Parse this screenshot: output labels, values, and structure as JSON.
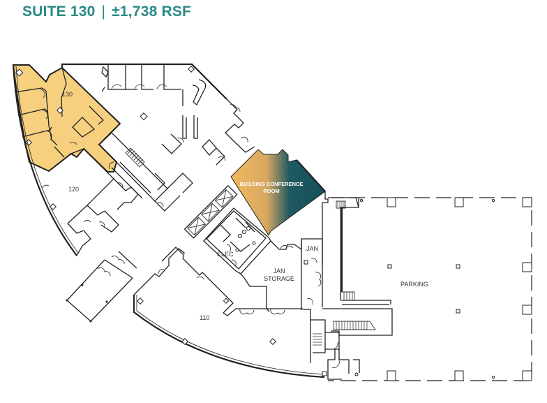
{
  "header": {
    "suite": "SUITE 130",
    "separator": "|",
    "area": "±1,738 RSF"
  },
  "colors": {
    "title": "#2a8a86",
    "suite_highlight": "#f6cf7f",
    "conference_gradient_start": "#f2b860",
    "conference_gradient_end": "#154f5c",
    "walls": "#222222"
  },
  "rooms": [
    {
      "id": "130",
      "label": "130",
      "highlighted": true
    },
    {
      "id": "120",
      "label": "120"
    },
    {
      "id": "110",
      "label": "110"
    },
    {
      "id": "conference",
      "label_line1": "BUILDING CONFERENCE",
      "label_line2": "ROOM"
    },
    {
      "id": "elec",
      "label": "ELEC"
    },
    {
      "id": "jan",
      "label": "JAN"
    },
    {
      "id": "jan-storage",
      "label_line1": "JAN",
      "label_line2": "STORAGE"
    },
    {
      "id": "parking",
      "label": "PARKING"
    }
  ]
}
